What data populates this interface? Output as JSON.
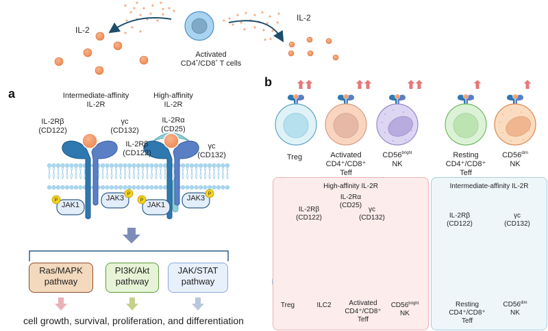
{
  "top": {
    "il2_left": "IL-2",
    "il2_right": "IL-2",
    "cell_label_line1": "Activated",
    "cell_label_line2_pre": "CD4",
    "cell_label_line2_sup1": "+",
    "cell_label_line2_mid": "/CD8",
    "cell_label_line2_sup2": "+",
    "cell_label_line2_post": " T cells"
  },
  "panel_a": {
    "letter": "a",
    "intermediate_title_1": "Intermediate-affinity",
    "intermediate_title_2": "IL-2R",
    "high_title_1": "High-affinity",
    "high_title_2": "IL-2R",
    "il2rb_left_1": "IL-2Rβ",
    "il2rb_left_2": "(CD122)",
    "gc_left_1": "γc",
    "gc_left_2": "(CD132)",
    "il2ra_1": "IL-2Rα",
    "il2ra_2": "(CD25)",
    "il2rb_mid_1": "IL-2Rβ",
    "il2rb_mid_2": "(CD122)",
    "gc_right_1": "γc",
    "gc_right_2": "(CD132)",
    "kinases": [
      "JAK1",
      "JAK3",
      "JAK1",
      "JAK3"
    ],
    "phospho": "P",
    "pathways": [
      {
        "line1": "Ras/MAPK",
        "line2": "pathway",
        "fill": "#f3d9bd",
        "border": "#8b4a2a",
        "arrow": "#eab2b5"
      },
      {
        "line1": "PI3K/Akt",
        "line2": "pathway",
        "fill": "#e6f3d6",
        "border": "#5c9a3c",
        "arrow": "#c5d08d"
      },
      {
        "line1": "JAK/STAT",
        "line2": "pathway",
        "fill": "#e8f0fb",
        "border": "#8aa8d8",
        "arrow": "#b8c7dc"
      }
    ],
    "outcome": "cell growth, survival, proliferation, and differentiation"
  },
  "panel_b": {
    "letter": "b",
    "top_cells": [
      {
        "name": "Treg",
        "line1": "Treg",
        "line2": "",
        "line3": "",
        "arrows": 2
      },
      {
        "name": "activated-teff",
        "line1": "Activated",
        "line2": "CD4⁺/CD8⁺",
        "line3": "Teff",
        "arrows": 2
      },
      {
        "name": "cd56bright-nk",
        "line1": "CD56",
        "sup": "bright",
        "line2": "NK",
        "line3": "",
        "arrows": 2
      },
      {
        "name": "resting-teff",
        "line1": "Resting",
        "line2": "CD4⁺/CD8⁺",
        "line3": "Teff",
        "arrows": 1
      },
      {
        "name": "cd56dim-nk",
        "line1": "CD56",
        "sup": "dim",
        "line2": "NK",
        "line3": "",
        "arrows": 1
      }
    ],
    "high_box": {
      "title": "High-affinity IL-2R",
      "il2ra_1": "IL-2Rα",
      "il2ra_2": "(CD25)",
      "il2rb_1": "IL-2Rβ",
      "il2rb_2": "(CD122)",
      "gc_1": "γc",
      "gc_2": "(CD132)",
      "cells": [
        {
          "line1": "Treg",
          "line2": "",
          "line3": ""
        },
        {
          "line1": "ILC2",
          "line2": "",
          "line3": ""
        },
        {
          "line1": "Activated",
          "line2": "CD4⁺/CD8⁺",
          "line3": "Teff"
        },
        {
          "line1": "CD56",
          "sup": "bright",
          "line2": "NK",
          "line3": ""
        }
      ]
    },
    "intermediate_box": {
      "title": "Intermediate-affinity IL-2R",
      "il2rb_1": "IL-2Rβ",
      "il2rb_2": "(CD122)",
      "gc_1": "γc",
      "gc_2": "(CD132)",
      "cells": [
        {
          "line1": "Resting",
          "line2": "CD4⁺/CD8⁺",
          "line3": "Teff"
        },
        {
          "line1": "CD56",
          "sup": "dim",
          "line2": "NK",
          "line3": ""
        }
      ]
    }
  },
  "colors": {
    "il2": "#ee8a55",
    "receptor_beta": "#2f78b0",
    "receptor_gamma": "#5a7fc4",
    "receptor_alpha": "#8ccfd8",
    "membrane": "#a9d7ef",
    "jak_fill": "#e3eefa",
    "jak_border": "#2d5b86",
    "phospho": "#f5d21c",
    "up_arrow": "#e5787a",
    "high_box_fill": "#fcecec",
    "high_box_border": "#e9b3b3",
    "int_box_fill": "#eef6fa",
    "int_box_border": "#a7cfe0"
  }
}
